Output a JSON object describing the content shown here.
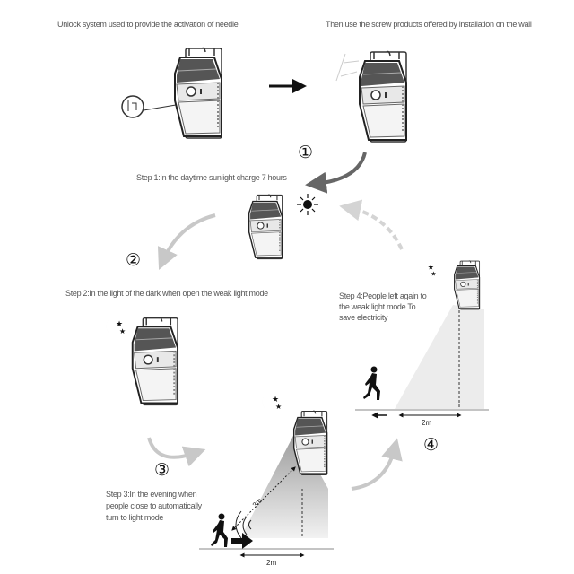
{
  "captions": {
    "unlock": "Unlock system used to provide the activation of needle",
    "screw": "Then use the screw products offered by installation on the wall",
    "step1": "Step 1:In the daytime sunlight charge 7 hours",
    "step2": "Step 2:In the light of the dark when open the weak light mode",
    "step3": [
      "Step 3:In the evening when",
      "people close to automatically",
      "turn to light mode"
    ],
    "step4": [
      "Step 4:People left again to",
      "the weak light mode To",
      "save electricity"
    ]
  },
  "step_numbers": [
    "①",
    "②",
    "③",
    "④"
  ],
  "dimensions": {
    "range": "3m",
    "distance_step3": "2m",
    "distance_step4": "2m"
  },
  "colors": {
    "arrow_dark": "#666666",
    "arrow_light": "#c8c8c8",
    "text": "#555555"
  }
}
